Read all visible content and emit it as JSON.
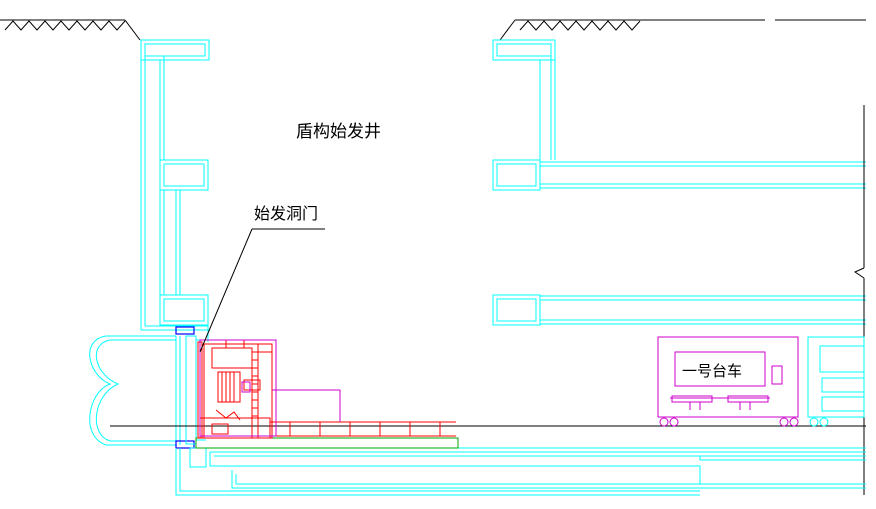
{
  "labels": {
    "shaft": "盾构始发井",
    "portal": "始发洞门",
    "car": "一号台车"
  },
  "colors": {
    "structure": "#00ffff",
    "machine": "#ff0000",
    "trailer": "#cc00cc",
    "annotation": "#000000",
    "base": "#00aa00",
    "seal": "#0000ff"
  }
}
